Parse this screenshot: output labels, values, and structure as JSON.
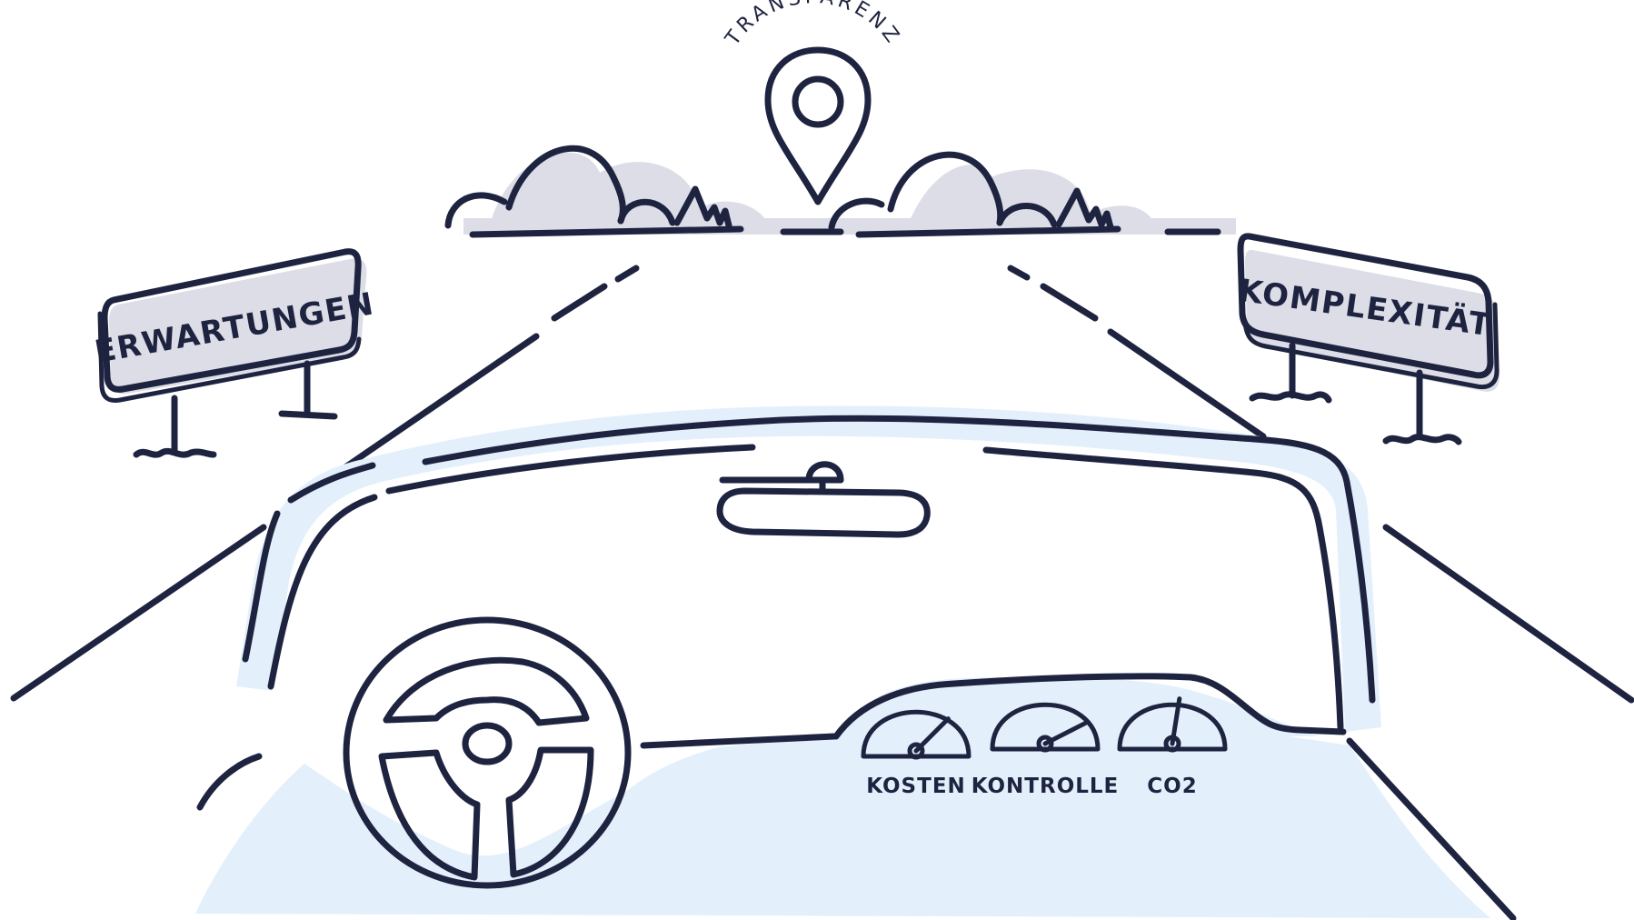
{
  "labels": {
    "destination": "TRANSPARENZ",
    "sign_left": "ERWARTUNGEN",
    "sign_right": "KOMPLEXITÄT"
  },
  "gauges": [
    {
      "label": "KOSTEN",
      "needle_level": 0.75
    },
    {
      "label": "KONTROLLE",
      "needle_level": 0.85
    },
    {
      "label": "CO2",
      "needle_level": 0.55
    }
  ],
  "colors": {
    "ink": "#1e2340",
    "shadow_grey": "#dcdde6",
    "sign_fill": "#e4e5ec",
    "dashboard_blue": "#e3f0fb"
  }
}
